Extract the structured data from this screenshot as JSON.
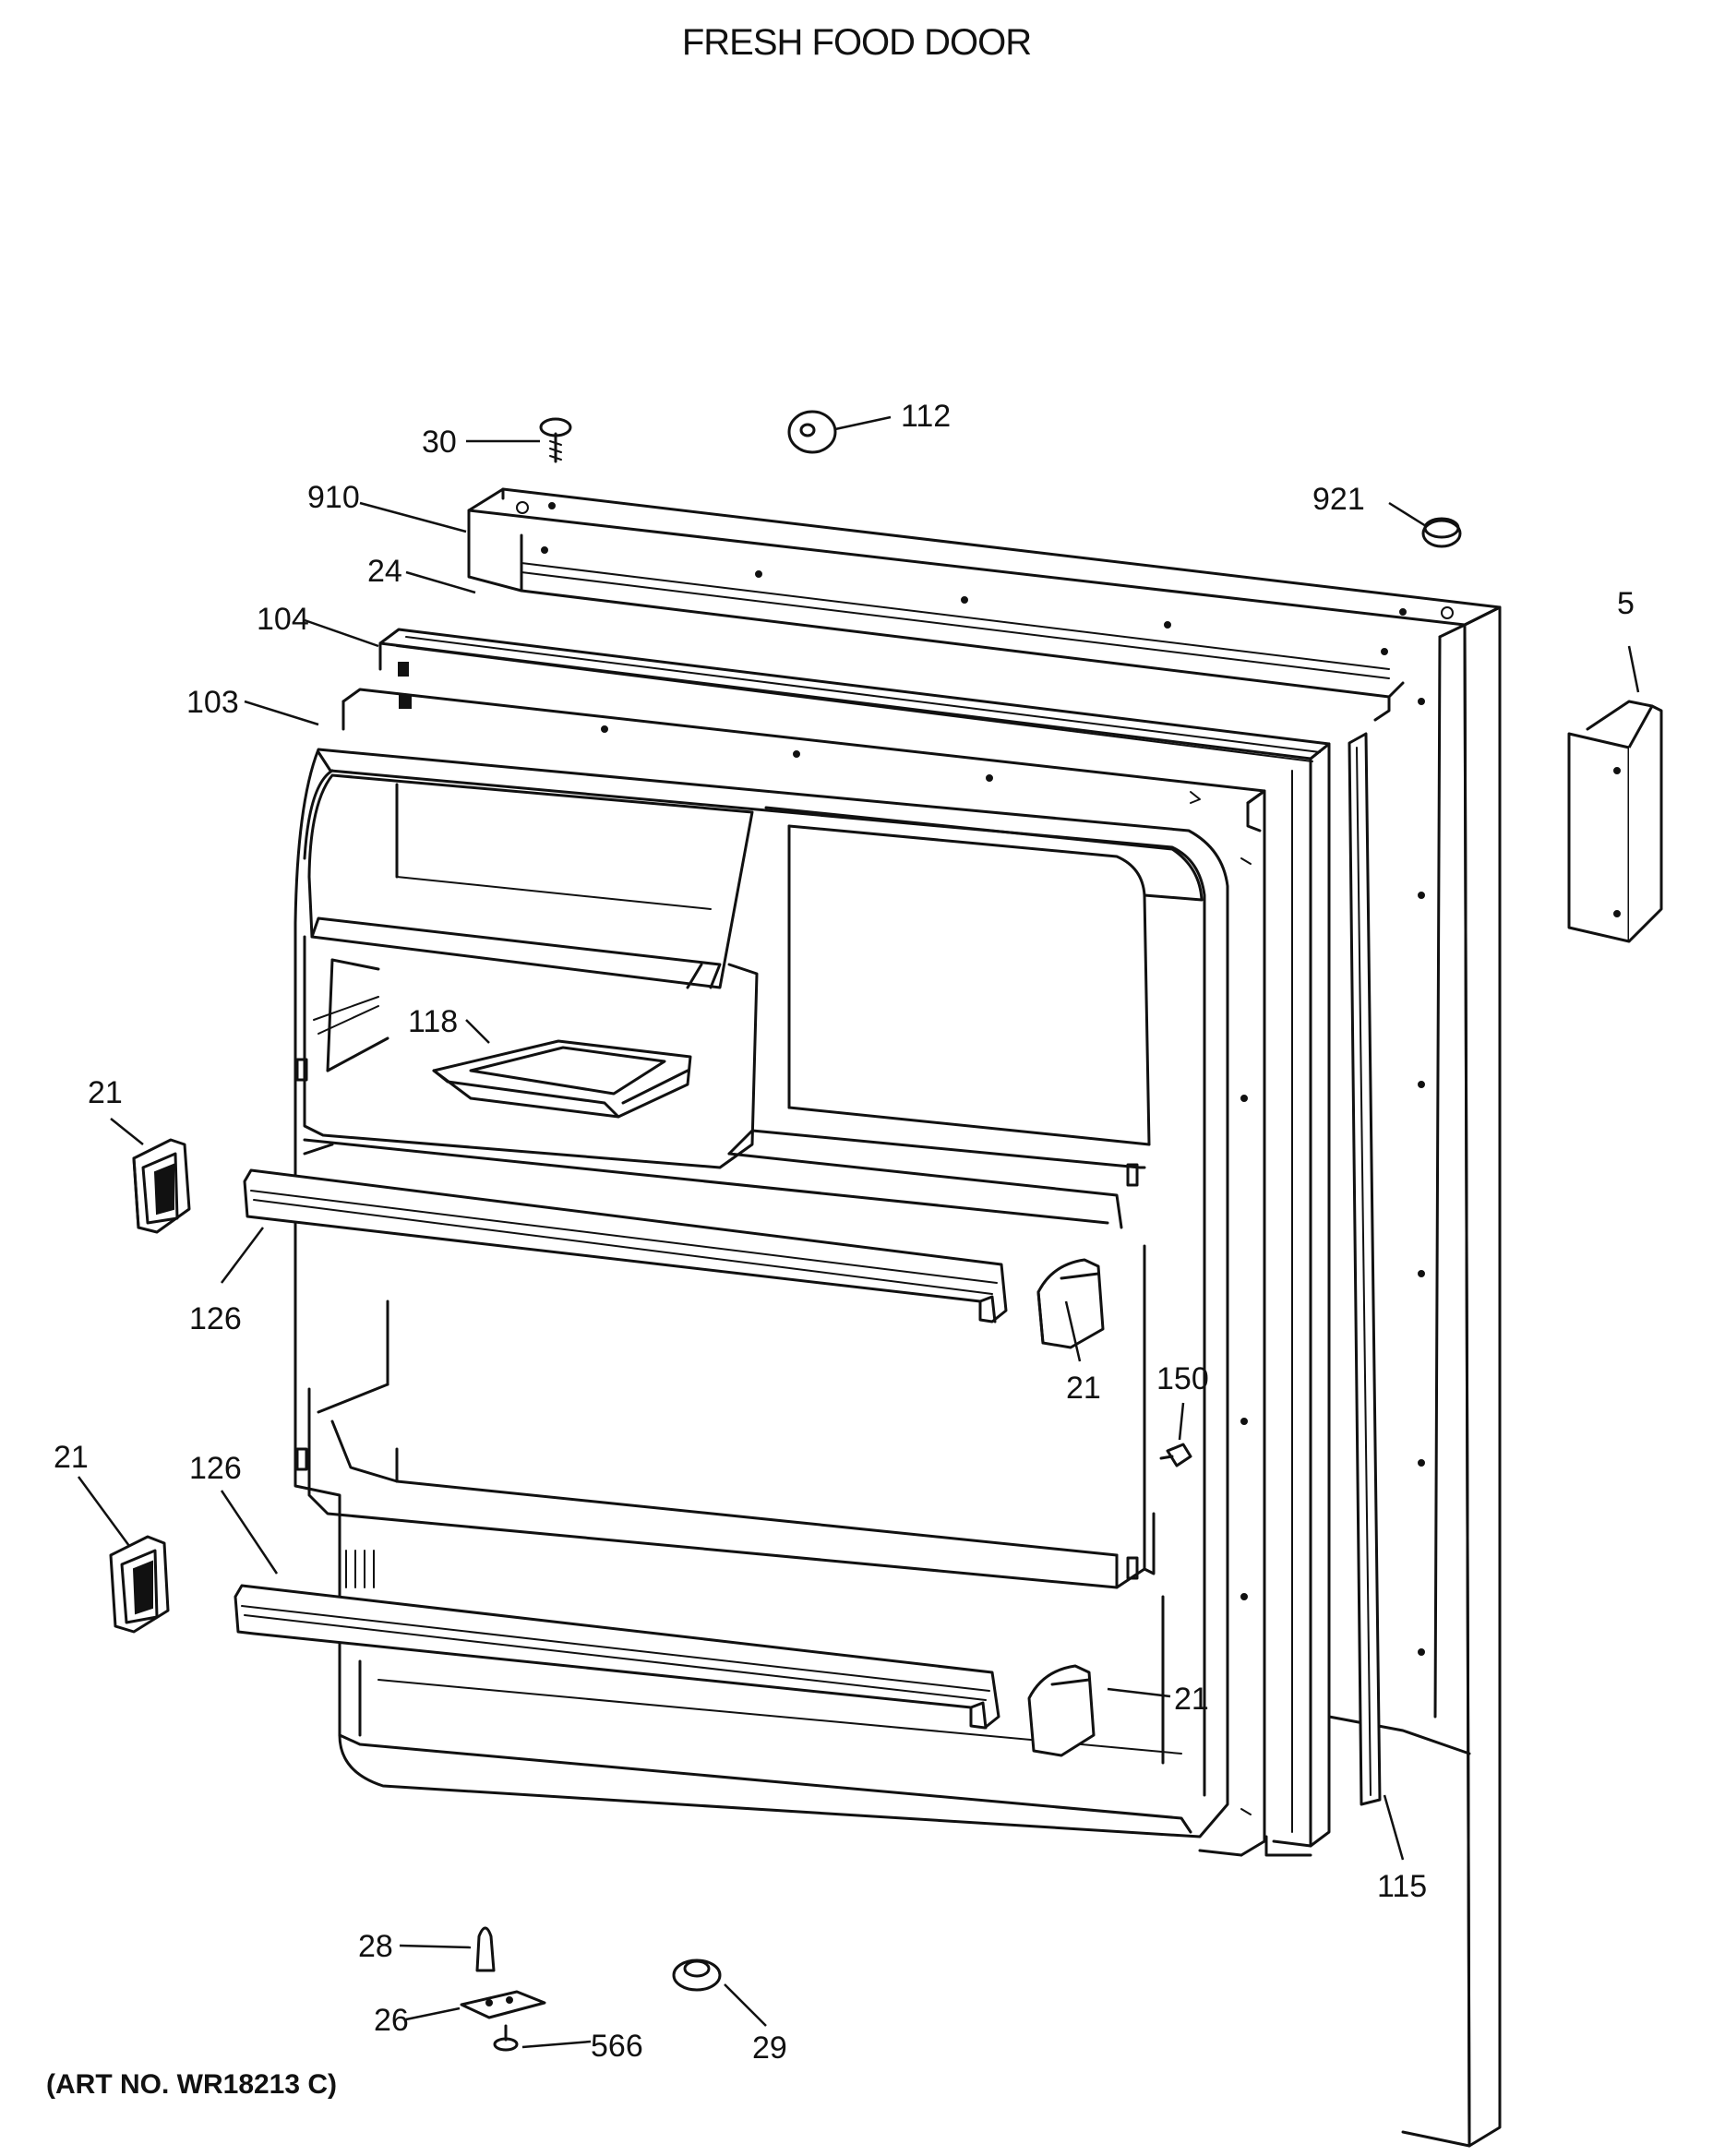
{
  "title": "FRESH FOOD DOOR",
  "art_number": "(ART NO. WR18213 C)",
  "callouts": [
    {
      "id": "c30",
      "label": "30"
    },
    {
      "id": "c112",
      "label": "112"
    },
    {
      "id": "c910",
      "label": "910"
    },
    {
      "id": "c921",
      "label": "921"
    },
    {
      "id": "c24",
      "label": "24"
    },
    {
      "id": "c104",
      "label": "104"
    },
    {
      "id": "c5",
      "label": "5"
    },
    {
      "id": "c103",
      "label": "103"
    },
    {
      "id": "c118",
      "label": "118"
    },
    {
      "id": "c21a",
      "label": "21"
    },
    {
      "id": "c126a",
      "label": "126"
    },
    {
      "id": "c21b",
      "label": "21"
    },
    {
      "id": "c150",
      "label": "150"
    },
    {
      "id": "c21c",
      "label": "21"
    },
    {
      "id": "c126b",
      "label": "126"
    },
    {
      "id": "c21d",
      "label": "21"
    },
    {
      "id": "c115",
      "label": "115"
    },
    {
      "id": "c28",
      "label": "28"
    },
    {
      "id": "c26",
      "label": "26"
    },
    {
      "id": "c566",
      "label": "566"
    },
    {
      "id": "c29",
      "label": "29"
    }
  ]
}
